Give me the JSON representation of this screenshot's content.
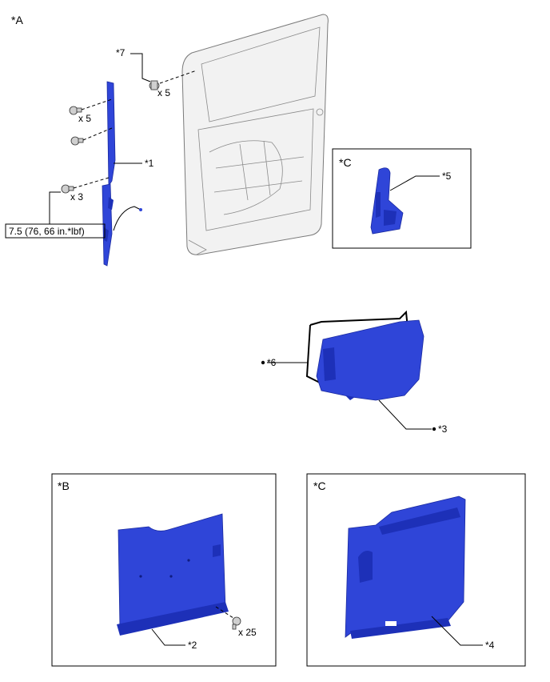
{
  "view_labels": {
    "a": "*A",
    "b": "*B",
    "c_top": "*C",
    "c_bottom": "*C"
  },
  "callouts": {
    "c1": "*1",
    "c2": "*2",
    "c3": "*3",
    "c4": "*4",
    "c5": "*5",
    "c6": "*6",
    "c7": "*7"
  },
  "quantities": {
    "clip_upper": "x 5",
    "bolt_upper": "x 5",
    "bolt_lower": "x 3",
    "clip_lower": "x 25"
  },
  "torque_spec": "7.5 (76, 66 in.*lbf)",
  "colors": {
    "part_highlight": "#2f45d8",
    "door_panel": "#f2f2f2",
    "line": "#000000"
  }
}
